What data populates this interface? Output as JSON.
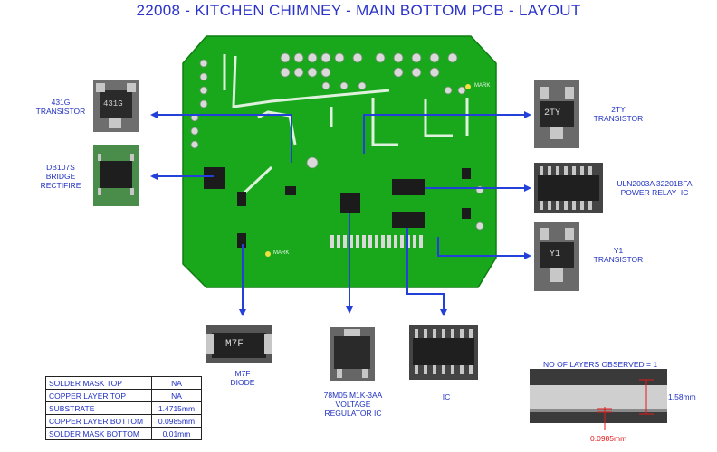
{
  "title": "22008 - KITCHEN CHIMNEY - MAIN BOTTOM PCB - LAYOUT",
  "labels": {
    "t431g": "431G\nTRANSISTOR",
    "db107s": "DB107S\nBRIDGE\nRECTIFIRE",
    "t2ty": "2TY\nTRANSISTOR",
    "uln": "ULN2003A 32201BFA\nPOWER RELAY  IC",
    "y1": "Y1\nTRANSISTOR",
    "m7f": "M7F\nDIODE",
    "reg": "78M05 M1K-3AA\nVOLTAGE\nREGULATOR IC",
    "ic": "IC"
  },
  "chip_marks": {
    "c431g": "431G",
    "c2ty": "2TY",
    "cy1": "Y1",
    "cm7f": "M7F"
  },
  "pcb_marks": {
    "mark1": "MARK",
    "mark2": "MARK"
  },
  "spec_table": [
    {
      "k": "SOLDER MASK TOP",
      "v": "NA"
    },
    {
      "k": "COPPER LAYER TOP",
      "v": "NA"
    },
    {
      "k": "SUBSTRATE",
      "v": "1.4715mm"
    },
    {
      "k": "COPPER LAYER BOTTOM",
      "v": "0.0985mm"
    },
    {
      "k": "SOLDER MASK BOTTOM",
      "v": "0.01mm"
    }
  ],
  "layers": {
    "title": "NO OF LAYERS OBSERVED = 1",
    "thickness": "1.58mm",
    "copper": "0.0985mm"
  },
  "colors": {
    "pcb": "#19a81c",
    "arrow": "#2340d8",
    "text": "#1e2fc3",
    "measure": "#e01a1a"
  }
}
